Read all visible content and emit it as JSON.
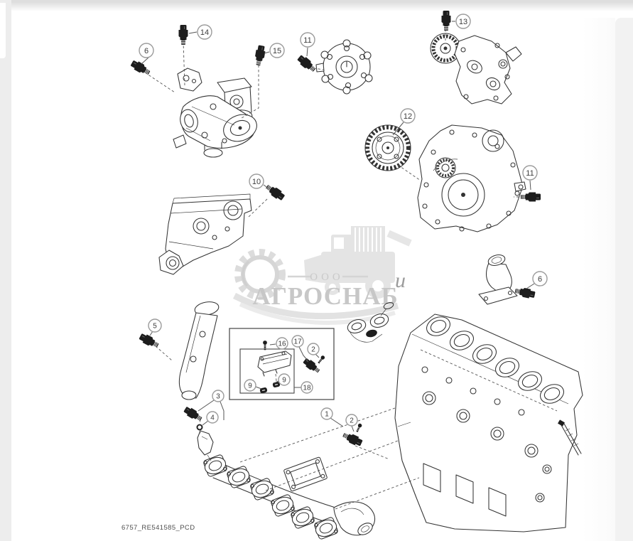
{
  "page": {
    "colors": {
      "background": "#ffffff",
      "top_bar": "#dedede",
      "left_strip": "#ededed",
      "right_panel": "#f2f2f2",
      "line": "#333333",
      "callout_ring": "#9b9b9b",
      "watermark_gray": "#c7c7c7"
    }
  },
  "diagram": {
    "footer_code": "6757_RE541585_PCD",
    "callouts": [
      {
        "id": "c14",
        "label": "14"
      },
      {
        "id": "c6-left",
        "label": "6"
      },
      {
        "id": "c15",
        "label": "15"
      },
      {
        "id": "c11-top",
        "label": "11"
      },
      {
        "id": "c13",
        "label": "13"
      },
      {
        "id": "c12",
        "label": "12"
      },
      {
        "id": "c11-right",
        "label": "11"
      },
      {
        "id": "c10",
        "label": "10"
      },
      {
        "id": "c6-right",
        "label": "6"
      },
      {
        "id": "c5",
        "label": "5"
      },
      {
        "id": "c16",
        "label": "16"
      },
      {
        "id": "c17",
        "label": "17"
      },
      {
        "id": "c2-box",
        "label": "2"
      },
      {
        "id": "c9-left",
        "label": "9"
      },
      {
        "id": "c9-right",
        "label": "9"
      },
      {
        "id": "c18",
        "label": "18"
      },
      {
        "id": "c3",
        "label": "3"
      },
      {
        "id": "c4",
        "label": "4"
      },
      {
        "id": "c1",
        "label": "1"
      },
      {
        "id": "c2-bottom",
        "label": "2"
      }
    ]
  },
  "watermark": {
    "company_prefix": "ООО",
    "company_name": "АГРОСНАБ",
    "script_char": "и",
    "icons": {
      "gear": "gear-icon",
      "vehicle": "combine-harvester-icon"
    }
  }
}
